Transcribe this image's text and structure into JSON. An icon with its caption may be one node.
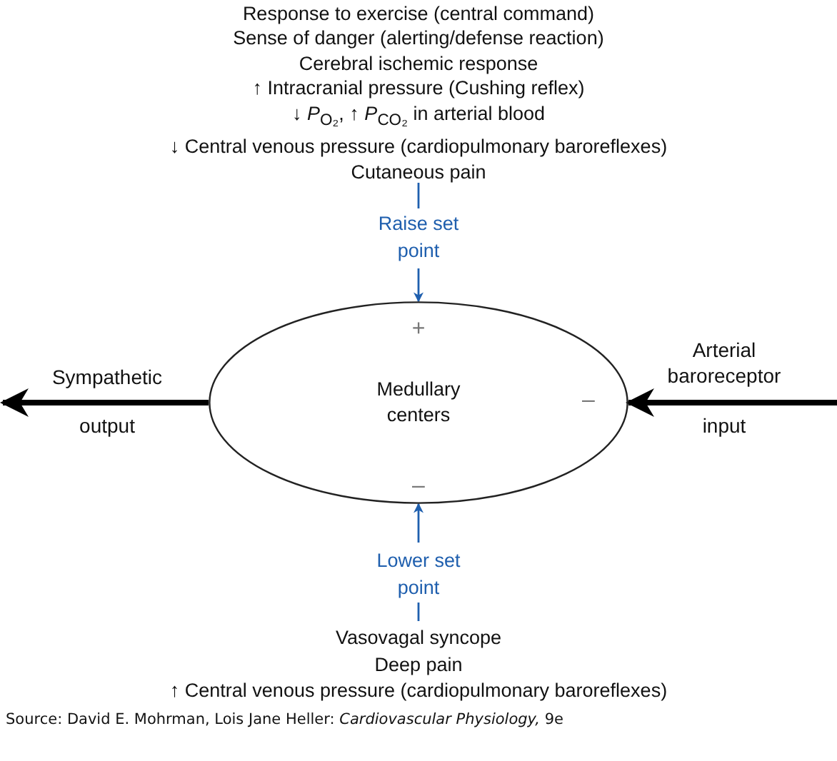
{
  "diagram": {
    "caption": "Source: David E. Mohrman, Lois Jane Heller: *Cardiovascular Physiology,* 9e",
    "nodes": [
      {
        "text": [
          "Response to exercise (central command)",
          "Sense of danger (alerting/defense reaction)",
          "Cerebral ischemic response",
          "↑ Intracranial pressure (Cushing reflex)",
          "↓ *P*$_{O₂}$, ↑ *P*$_{CO₂}$ in arterial blood",
          "↓ Central venous pressure (cardiopulmonary baroreflexes)",
          "Cutaneous pain"
        ]
      },
      {
        "text": [
          "Raise set point"
        ]
      },
      {
        "text": [
          "Medullary centers"
        ]
      },
      {
        "text": [
          "Lower set point"
        ]
      },
      {
        "text": [
          "Vasovagal syncope",
          "Deep pain",
          "↑ Central venous pressure (cardiopulmonary baroreflexes)"
        ]
      }
    ],
    "edges": [
      {
        "from": 0,
        "to": 1,
        "arrow": "none",
        "color": "#1f5fae"
      },
      {
        "from": 1,
        "to": 2,
        "arrow": "to",
        "color": "#1f5fae"
      },
      {
        "from": 4,
        "to": 3,
        "arrow": "none",
        "color": "#1f5fae"
      },
      {
        "from": 3,
        "to": 2,
        "arrow": "to",
        "color": "#1f5fae"
      },
      {
        "from": 2,
        "to": null,
        "arrow": "to",
        "style": "thick",
        "color": "#000000"
      },
      {
        "from": null,
        "to": 2,
        "arrow": "to",
        "style": "thick",
        "color": "#000000"
      }
    ],
    "labels": [
      "+",
      "–",
      "–",
      "Sympathetic",
      "output",
      "Arterial baroreceptor",
      "input"
    ]
  }
}
